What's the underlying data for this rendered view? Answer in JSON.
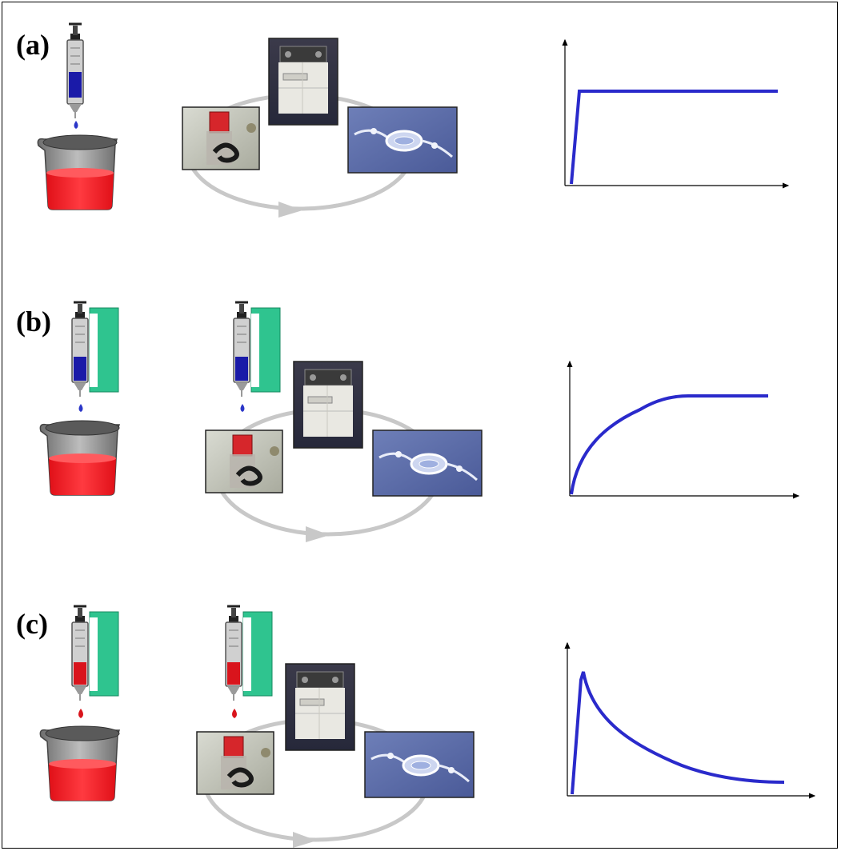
{
  "panels": [
    {
      "id": "a",
      "label": "(a)",
      "syringe_fill": "#1a1aa8",
      "drop_color": "#2b36c8",
      "held": false,
      "response": "step"
    },
    {
      "id": "b",
      "label": "(b)",
      "syringe_fill": "#1a1aa8",
      "drop_color": "#2b36c8",
      "held": true,
      "response": "rise-to-plateau"
    },
    {
      "id": "c",
      "label": "(c)",
      "syringe_fill": "#d9141c",
      "drop_color": "#d9141c",
      "held": true,
      "response": "peak-and-decay"
    }
  ],
  "colors": {
    "tracer_blue": "#1a1aa8",
    "tracer_red": "#d9141c",
    "beaker_liquid": "#f2222a",
    "pump_holder": "#2fc48f",
    "curve": "#2a2acb",
    "loop_arrow": "#c8c8c8"
  },
  "icons": [
    "syringe-icon",
    "beaker-icon",
    "pump-photo",
    "reservoir-photo",
    "flow-cell-photo",
    "circulation-arrow",
    "response-curve"
  ]
}
